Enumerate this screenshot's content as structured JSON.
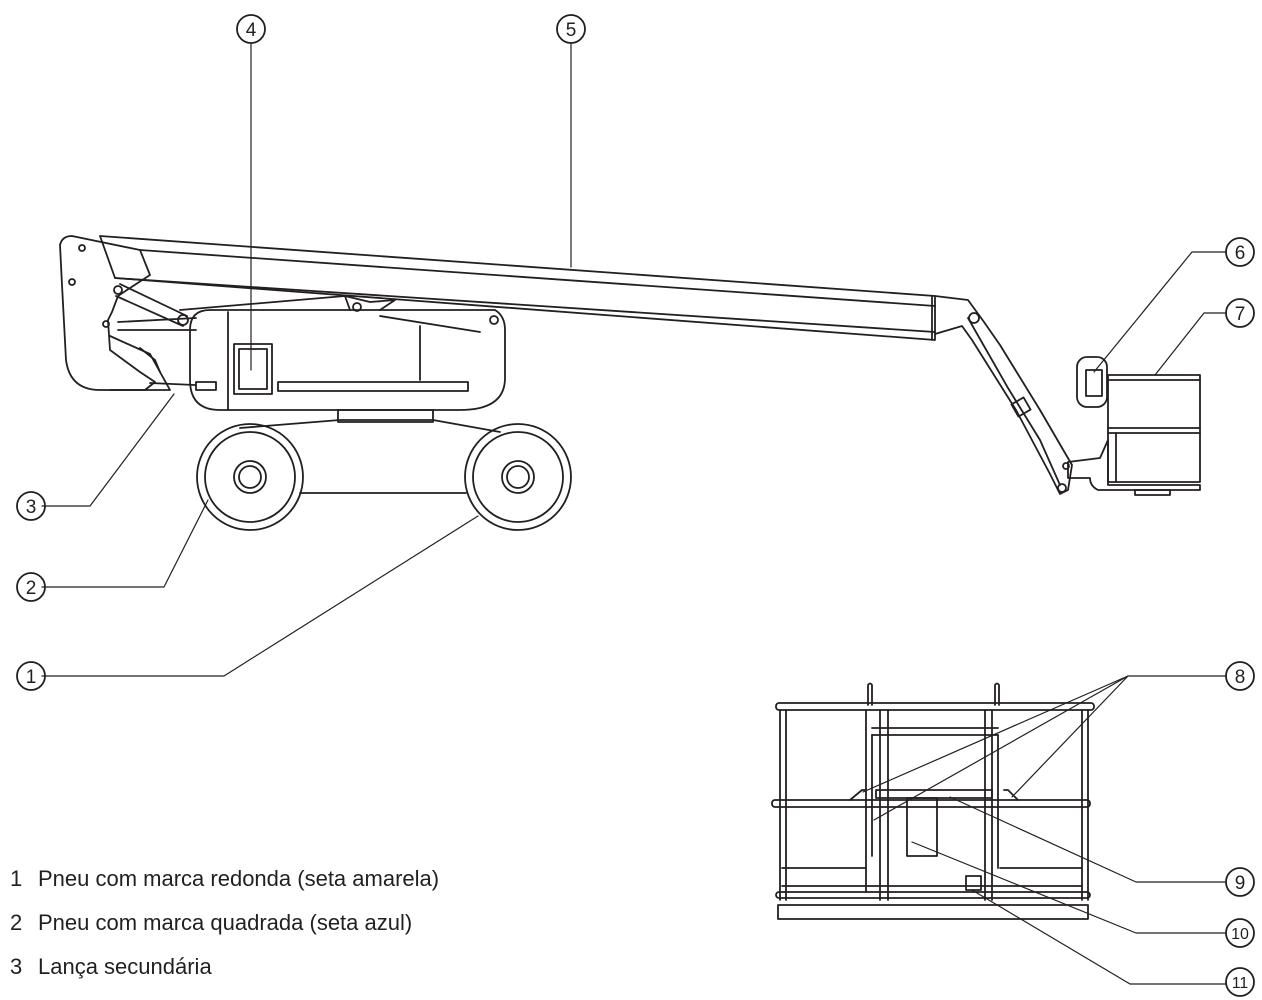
{
  "callouts": [
    "1",
    "2",
    "3",
    "4",
    "5",
    "6",
    "7",
    "8",
    "9",
    "10",
    "11"
  ],
  "legend": [
    {
      "number": "1",
      "text": "Pneu com marca redonda (seta amarela)"
    },
    {
      "number": "2",
      "text": "Pneu com marca quadrada (seta azul)"
    },
    {
      "number": "3",
      "text": "Lança secundária"
    }
  ],
  "colors": {
    "line": "#231f20",
    "background": "#ffffff"
  }
}
